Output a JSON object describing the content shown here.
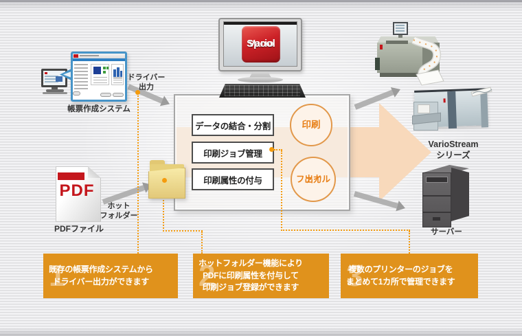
{
  "left": {
    "form_system_label": "帳票作成システム",
    "driver_output_lines": [
      "ドライバー",
      "出力"
    ],
    "pdf_icon_text": "PDF",
    "pdf_file_label": "PDFファイル",
    "hot_folder_lines": [
      "ホット",
      "フォルダー"
    ]
  },
  "center": {
    "logo_lines": [
      "Vario",
      "Spool"
    ],
    "function_boxes": [
      "データの結合・分割",
      "印刷ジョブ管理",
      "印刷属性の付与"
    ],
    "circle_print": "印刷",
    "circle_file_lines": [
      "ファイル",
      "出力"
    ]
  },
  "right": {
    "variostream_lines": [
      "VarioStream",
      "シリーズ"
    ],
    "server_label": "サーバー"
  },
  "callouts": [
    {
      "number": "1",
      "lines": [
        "既存の帳票作成システムから",
        "ドライバー出力ができます"
      ]
    },
    {
      "number": "2",
      "lines": [
        "ホットフォルダー機能により",
        "PDFに印刷属性を付与して",
        "印刷ジョブ登録ができます"
      ]
    },
    {
      "number": "3",
      "lines": [
        "複数のプリンターのジョブを",
        "まとめて1カ所で管理できます"
      ]
    }
  ],
  "colors": {
    "callout_orange": "#e0921c",
    "dotted_orange": "#f59b0c",
    "flow_arrow_orange": "#f8d9bb",
    "circle_text_orange": "#e8821c",
    "window_blue": "#4694c8",
    "logo_red": "#cc2127"
  }
}
